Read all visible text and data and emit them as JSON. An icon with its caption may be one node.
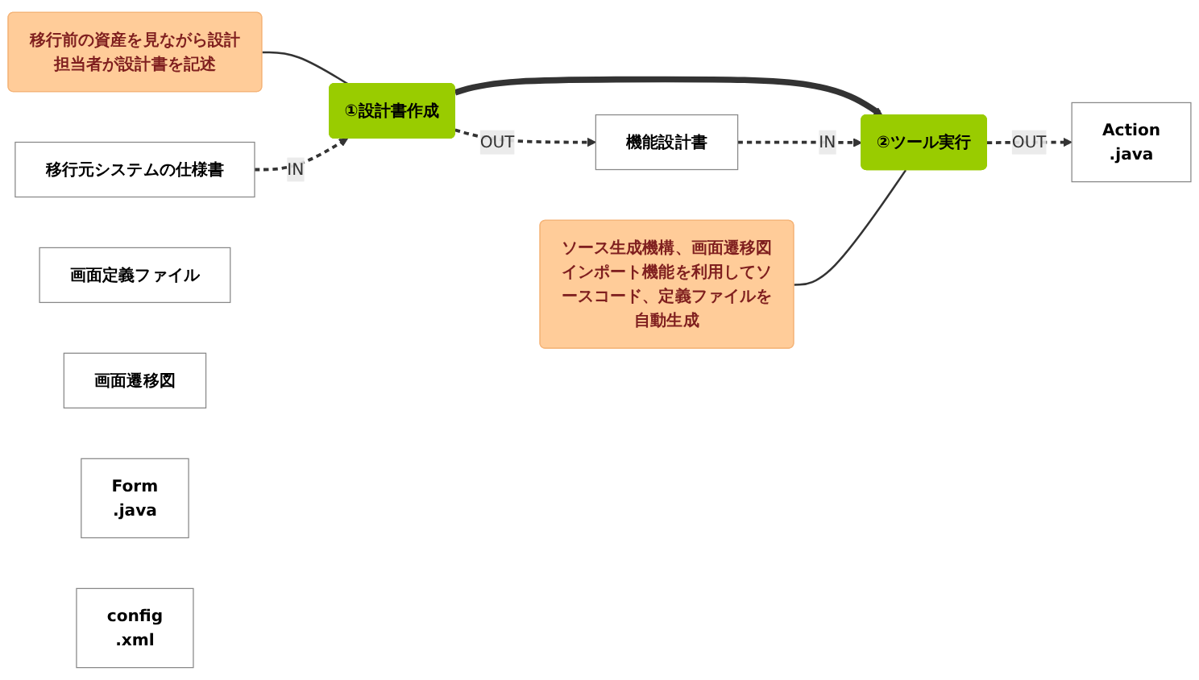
{
  "diagram": {
    "nodes": [
      {
        "text": [
          "移行前の資産を見ながら設計担当者が設計書を記述"
        ]
      },
      {
        "text": [
          "①設計書作成"
        ]
      },
      {
        "text": [
          "移行元システムの仕様書"
        ]
      },
      {
        "text": [
          "画面定義ファイル"
        ]
      },
      {
        "text": [
          "機能設計書"
        ]
      },
      {
        "text": [
          "画面遷移図"
        ]
      },
      {
        "text": [
          "②ツール実行"
        ]
      },
      {
        "text": [
          "ソース生成機構、画面遷移図インポート機能を利用してソースコード、定義ファイルを自動生成"
        ]
      },
      {
        "text": [
          "Action",
          ".java"
        ]
      },
      {
        "text": [
          "Form",
          ".java"
        ]
      },
      {
        "text": [
          "config",
          ".xml"
        ]
      }
    ],
    "edges": [
      {
        "from": 0,
        "to": 1,
        "arrow": "none"
      },
      {
        "from": 2,
        "to": 1,
        "arrow": "to",
        "label": "IN",
        "style": "dashed"
      },
      {
        "from": 1,
        "to": 4,
        "arrow": "to",
        "label": "OUT",
        "style": "dashed"
      },
      {
        "from": 1,
        "to": 6,
        "arrow": "to",
        "style": "thick"
      },
      {
        "from": 4,
        "to": 6,
        "arrow": "to",
        "label": "IN",
        "style": "dashed"
      },
      {
        "from": 6,
        "to": 8,
        "arrow": "to",
        "label": "OUT",
        "style": "dashed"
      },
      {
        "from": 7,
        "to": 6,
        "arrow": "none"
      }
    ]
  }
}
